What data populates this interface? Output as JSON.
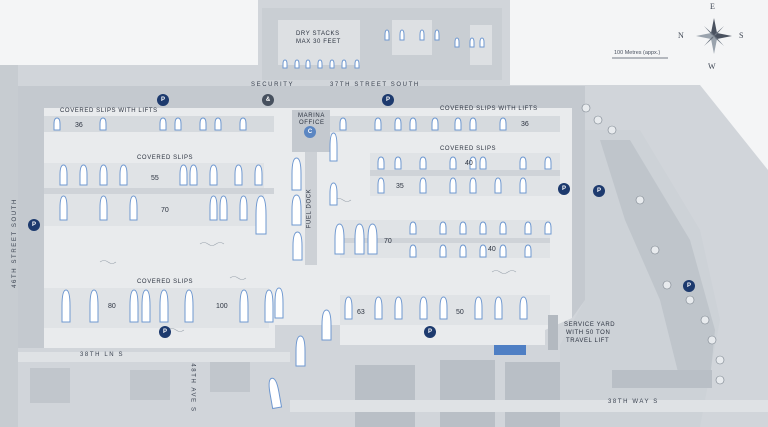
{
  "labels": {
    "dry_stacks_1": "DRY STACKS",
    "dry_stacks_2": "MAX 30 FEET",
    "security": "SECURITY",
    "street_37th": "37TH STREET SOUTH",
    "street_46th": "46TH STREET SOUTH",
    "street_38th_ln": "38TH LN S",
    "street_48th_ave": "48TH AVE S",
    "street_38th_way": "38TH WAY S",
    "covered_lifts_left": "COVERED SLIPS WITH LIFTS",
    "covered_lifts_right": "COVERED SLIPS WITH LIFTS",
    "covered_slips_upper": "COVERED SLIPS",
    "covered_slips_right": "COVERED SLIPS",
    "covered_slips_lower": "COVERED SLIPS",
    "marina_office_1": "MARINA",
    "marina_office_2": "OFFICE",
    "fuel_dock": "FUEL DOCK",
    "service_yard_1": "SERVICE YARD",
    "service_yard_2": "WITH 50 TON",
    "service_yard_3": "TRAVEL LIFT",
    "scale": "100 Metres (appx.)"
  },
  "slip_numbers": {
    "n36_left": "36",
    "n36_right": "36",
    "n55": "55",
    "n70_left": "70",
    "n40_upper": "40",
    "n35": "35",
    "n70_mid": "70",
    "n40_mid": "40",
    "n80": "80",
    "n100": "100",
    "n63": "63",
    "n50": "50"
  },
  "markers": {
    "parking": "P",
    "office": "C",
    "security": "&"
  },
  "compass": {
    "n": "N",
    "e": "E",
    "s": "S",
    "w": "W"
  },
  "colors": {
    "water": "#e8eaec",
    "land": "#ccd1d6",
    "road": "#d3d7db",
    "boat": "#6f98d0",
    "parking": "#1d3a6e"
  }
}
